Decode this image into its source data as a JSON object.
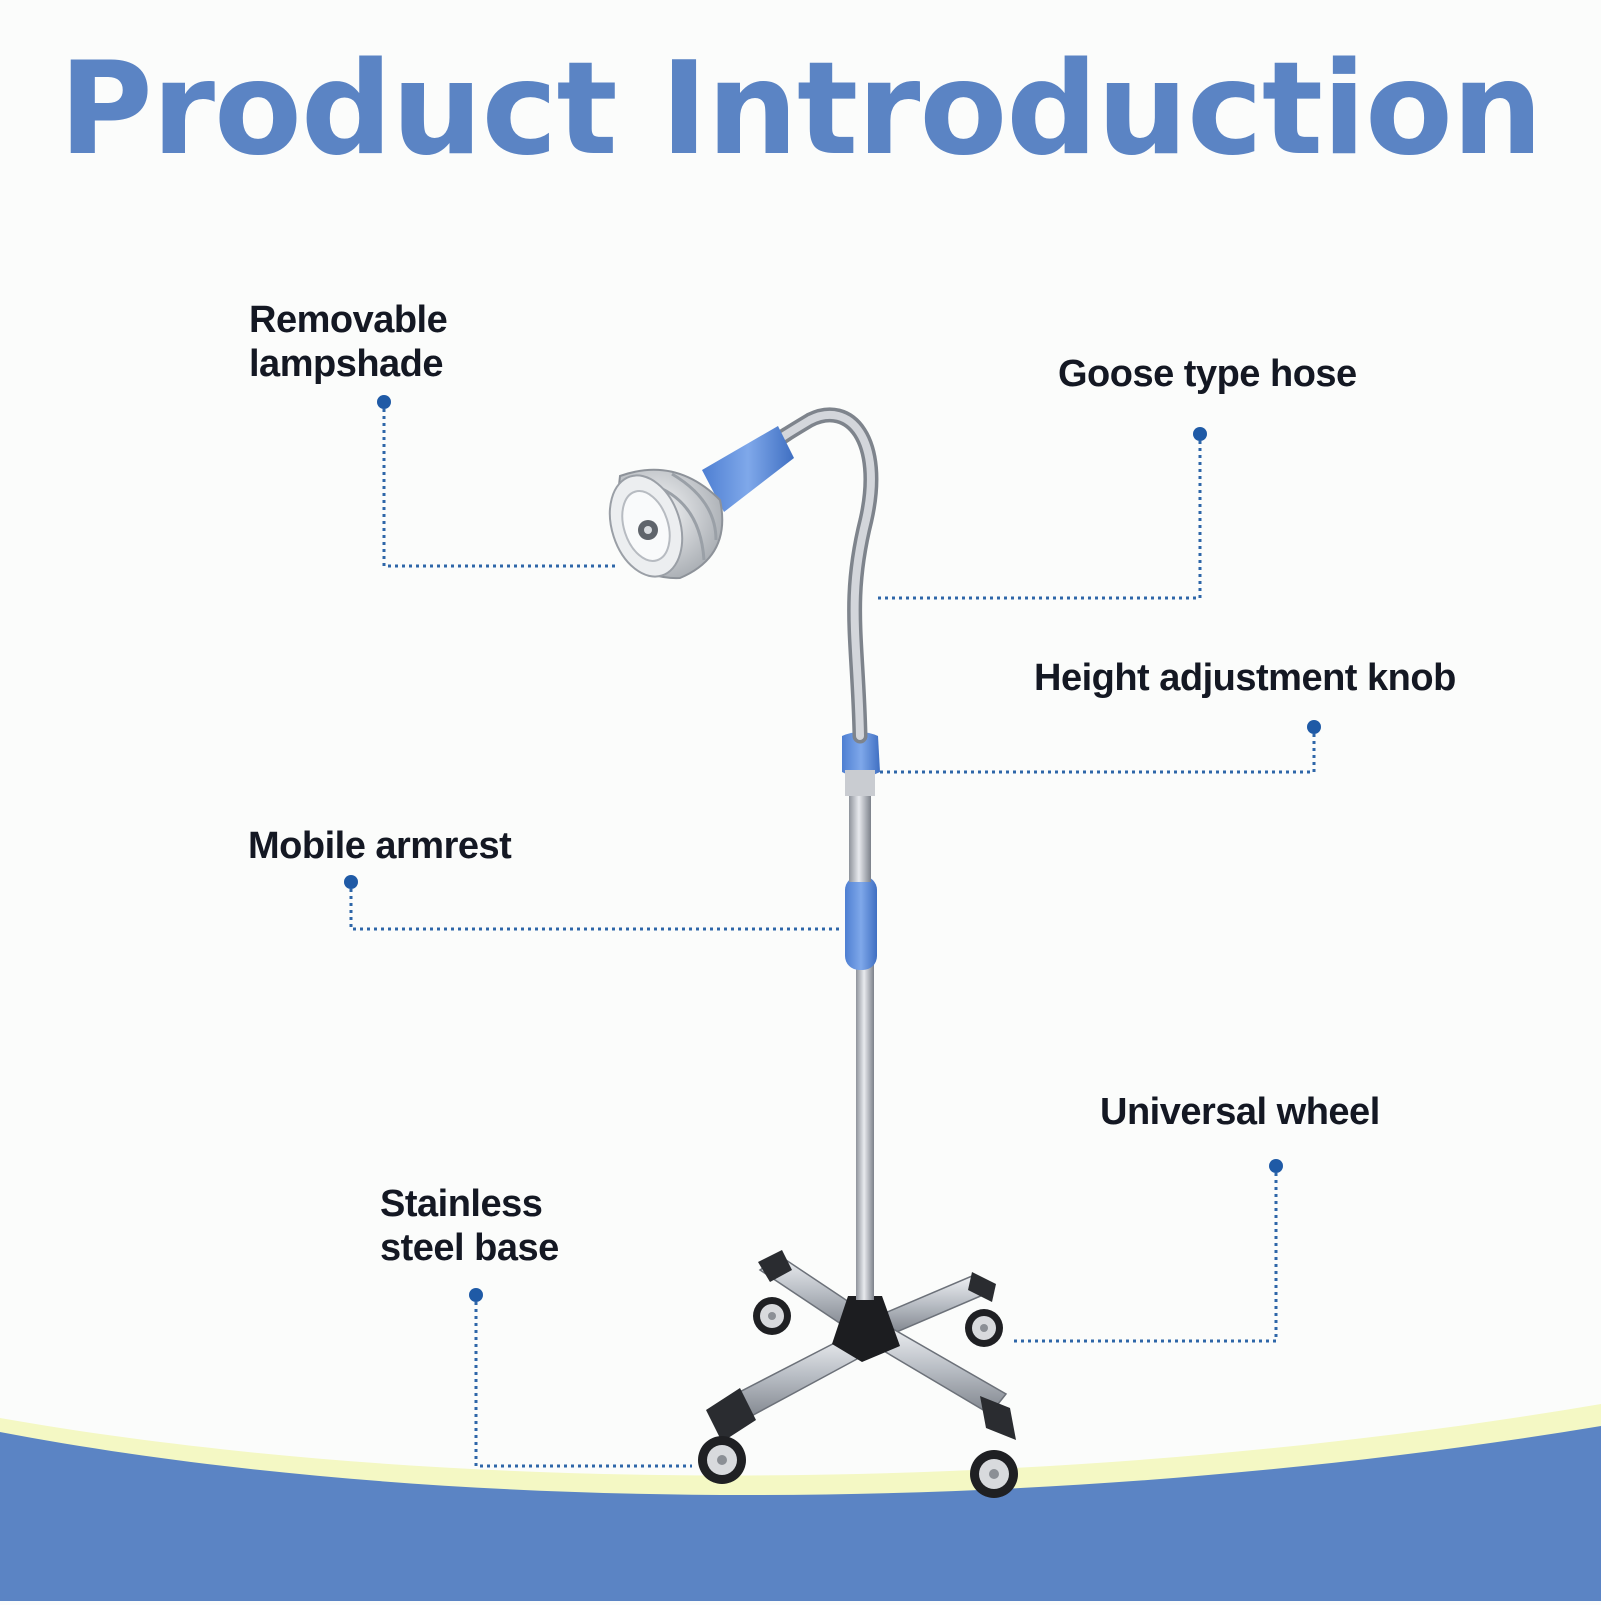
{
  "title": "Product Introduction",
  "colors": {
    "title": "#5b84c4",
    "label_text": "#141823",
    "leader_line": "#2e66a8",
    "accent_blue": "#6b9ae2",
    "wave_blue": "#5b84c4",
    "wave_yellow": "#f4f8c4",
    "steel": "#c9ccd1"
  },
  "callouts": {
    "lampshade": "Removable\nlampshade",
    "hose": "Goose type hose",
    "knob": "Height adjustment knob",
    "armrest": "Mobile armrest",
    "base": "Stainless\nsteel base",
    "wheel": "Universal wheel"
  }
}
